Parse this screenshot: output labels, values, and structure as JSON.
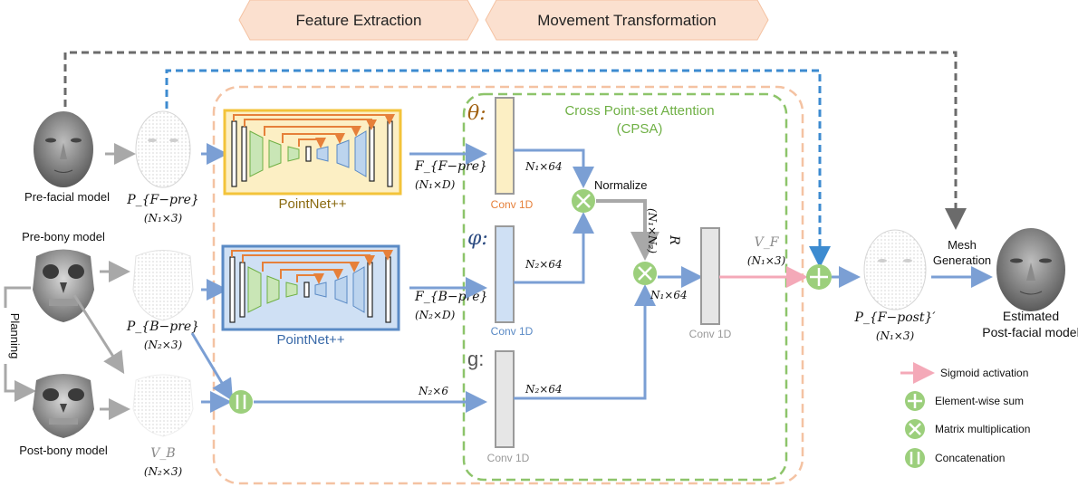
{
  "header": {
    "feature_extraction": "Feature Extraction",
    "movement_transformation": "Movement Transformation"
  },
  "models": {
    "pre_facial": "Pre-facial model",
    "pre_bony": "Pre-bony model",
    "post_bony": "Post-bony model",
    "planning": "Planning",
    "estimated_line1": "Estimated",
    "estimated_line2": "Post-facial model"
  },
  "points": {
    "p_f_pre": "P_{F−pre}",
    "p_f_pre_dim": "(N₁×3)",
    "p_b_pre": "P_{B−pre}",
    "p_b_pre_dim": "(N₂×3)",
    "v_b": "V_B",
    "v_b_dim": "(N₂×3)",
    "p_f_post": "P_{F−post}′",
    "p_f_post_dim": "(N₁×3)"
  },
  "networks": {
    "pointnet_top": "PointNet++",
    "pointnet_bottom": "PointNet++"
  },
  "features": {
    "f_f_pre": "F_{F−pre}",
    "f_f_pre_dim": "(N₁×D)",
    "f_b_pre": "F_{B−pre}",
    "f_b_pre_dim": "(N₂×D)",
    "n2x6": "N₂×6"
  },
  "cpsa": {
    "title_line1": "Cross Point-set Attention",
    "title_line2": "(CPSA)",
    "theta": "θ:",
    "phi": "φ:",
    "g": "g:",
    "conv_theta": "Conv 1D",
    "conv_phi": "Conv 1D",
    "conv_g": "Conv 1D",
    "conv_out": "Conv 1D",
    "n1x64_a": "N₁×64",
    "n2x64_a": "N₂×64",
    "n2x64_b": "N₂×64",
    "n1x64_b": "N₁×64",
    "normalize": "Normalize",
    "r_label": "R",
    "r_dim": "(N₁×N₂)"
  },
  "output": {
    "v_f": "V_F",
    "v_f_dim": "(N₁×3)",
    "mesh_line1": "Mesh",
    "mesh_line2": "Generation"
  },
  "legend": {
    "sigmoid": "Sigmoid activation",
    "sum": "Element-wise sum",
    "matmul": "Matrix multiplication",
    "concat": "Concatenation"
  },
  "colors": {
    "orange_box": "#f4a97a",
    "orange_fill": "#fbe0cf",
    "green_dash": "#8dc46a",
    "green_node": "#9ccf7c",
    "blue_arrow": "#7b9fd4",
    "dashed_blue": "#3d8bd0",
    "dashed_gray": "#6b6b6b",
    "pink_arrow": "#f4a9b8",
    "gray_arrow": "#a8a8a8",
    "yellow_panel": "#fcefc4",
    "blue_panel": "#cfe0f4",
    "pointnet_top_text": "#8a6a10",
    "pointnet_bottom_text": "#3a6aa8"
  }
}
